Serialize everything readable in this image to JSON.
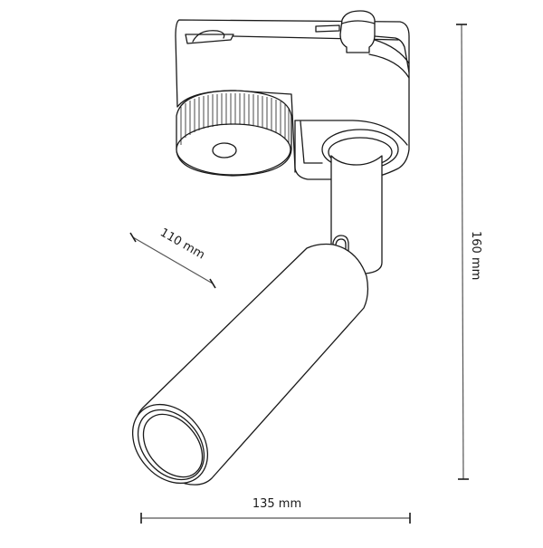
{
  "drawing": {
    "subject": "track spotlight technical drawing",
    "line_color": "#1a1a1a",
    "dimension_line_color": "#555555",
    "background": "#ffffff"
  },
  "dimensions": {
    "diameter": {
      "label": "110 mm",
      "value": 110,
      "unit": "mm"
    },
    "height": {
      "label": "160 mm",
      "value": 160,
      "unit": "mm"
    },
    "width": {
      "label": "135 mm",
      "value": 135,
      "unit": "mm"
    }
  }
}
